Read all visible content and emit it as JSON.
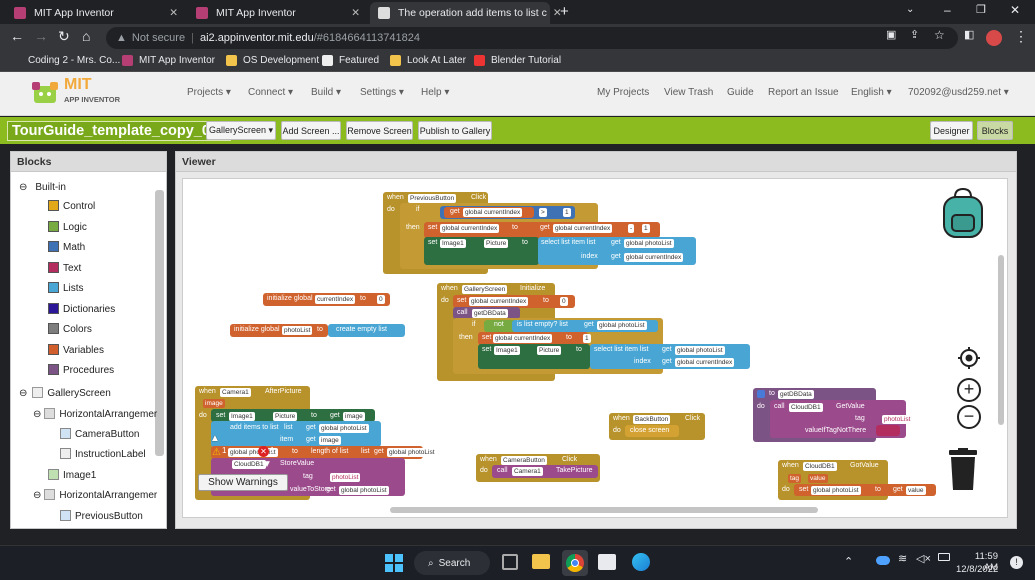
{
  "browser": {
    "tabs": [
      {
        "title": "MIT App Inventor"
      },
      {
        "title": "MIT App Inventor"
      },
      {
        "title": "The operation add items to list c"
      }
    ],
    "url_prefix": "Not secure",
    "url_host": "ai2.appinventor.mit.edu",
    "url_path": "/#6184664113741824",
    "bookmarks": [
      "Coding 2 - Mrs. Co...",
      "MIT App Inventor",
      "OS Development",
      "Featured",
      "Look At Later",
      "Blender Tutorial"
    ],
    "new_tab": "+"
  },
  "header": {
    "logo_top": "MIT",
    "logo_bottom": "APP INVENTOR",
    "menu": [
      "Projects ▾",
      "Connect ▾",
      "Build ▾",
      "Settings ▾",
      "Help ▾"
    ],
    "right_links": [
      "My Projects",
      "View Trash",
      "Guide",
      "Report an Issue",
      "English ▾",
      "702092@usd259.net ▾"
    ]
  },
  "toolbar": {
    "project_title": "TourGuide_template_copy_010",
    "screen_select": "GalleryScreen ▾",
    "add_screen": "Add Screen ...",
    "remove_screen": "Remove Screen",
    "publish": "Publish to Gallery",
    "designer": "Designer",
    "blocks": "Blocks"
  },
  "blocks_panel": {
    "title": "Blocks",
    "builtin": "Built-in",
    "categories": [
      {
        "label": "Control",
        "color": "#e1a91a"
      },
      {
        "label": "Logic",
        "color": "#77ab41"
      },
      {
        "label": "Math",
        "color": "#3f71b5"
      },
      {
        "label": "Text",
        "color": "#b32d5e"
      },
      {
        "label": "Lists",
        "color": "#49a6d4"
      },
      {
        "label": "Dictionaries",
        "color": "#2d1799"
      },
      {
        "label": "Colors",
        "color": "#7d7d7d"
      },
      {
        "label": "Variables",
        "color": "#d05f2d"
      },
      {
        "label": "Procedures",
        "color": "#7c5385"
      }
    ],
    "screen": "GalleryScreen",
    "components": [
      "HorizontalArrangemer",
      "CameraButton",
      "InstructionLabel",
      "Image1",
      "HorizontalArrangemer",
      "PreviousButton"
    ]
  },
  "viewer": {
    "title": "Viewer",
    "show_warnings": "Show Warnings",
    "warning_count": "1",
    "error_count": "1"
  },
  "blocks": {
    "prev_click": [
      "when",
      "PreviousButton",
      "Click",
      "do",
      "if",
      "get",
      "global currentIndex",
      ">",
      "1",
      "then",
      "set",
      "global currentIndex",
      "to",
      "get",
      "global currentIndex",
      "-",
      "1",
      "set",
      "Image1",
      "Picture",
      "to",
      "select list item list",
      "get",
      "global photoList",
      "index",
      "get",
      "global currentIndex"
    ],
    "init_index": [
      "initialize global",
      "currentIndex",
      "to",
      "0"
    ],
    "init_photos": [
      "initialize global",
      "photoList",
      "to",
      "create empty list"
    ],
    "gallery_init": [
      "when",
      "GalleryScreen",
      "Initialize",
      "do",
      "set",
      "global currentIndex",
      "to",
      "0",
      "call",
      "getDBData",
      "if",
      "not",
      "is list empty? list",
      "get",
      "global photoList",
      "then",
      "set",
      "global currentIndex",
      "to",
      "1",
      "set",
      "Image1",
      "Picture",
      "to",
      "select list item list",
      "get",
      "global photoList",
      "index",
      "get",
      "global currentIndex"
    ],
    "camera_after": [
      "when",
      "Camera1",
      "AfterPicture",
      "image",
      "do",
      "set",
      "Image1",
      "Picture",
      "to",
      "get",
      "image",
      "add items to list",
      "list",
      "get",
      "global photoList",
      "item",
      "get",
      "image",
      "global photoList",
      "to",
      "length of list",
      "list",
      "get",
      "global photoList",
      "CloudDB1",
      "StoreValue",
      "tag",
      "photoList",
      "valueToStore",
      "get",
      "global photoList"
    ],
    "camera_click": [
      "when",
      "CameraButton",
      "Click",
      "do",
      "call",
      "Camera1",
      "TakePicture"
    ],
    "back_click": [
      "when",
      "BackButton",
      "Click",
      "do",
      "close screen"
    ],
    "get_db": [
      "to",
      "getDBData",
      "do",
      "call",
      "CloudDB1",
      "GetValue",
      "tag",
      "photoList",
      "valueIfTagNotThere"
    ],
    "got_value": [
      "when",
      "CloudDB1",
      "GotValue",
      "tag",
      "value",
      "do",
      "set",
      "global photoList",
      "to",
      "get",
      "value"
    ]
  },
  "taskbar": {
    "search": "Search",
    "time": "11:59 AM",
    "date": "12/8/2022"
  }
}
